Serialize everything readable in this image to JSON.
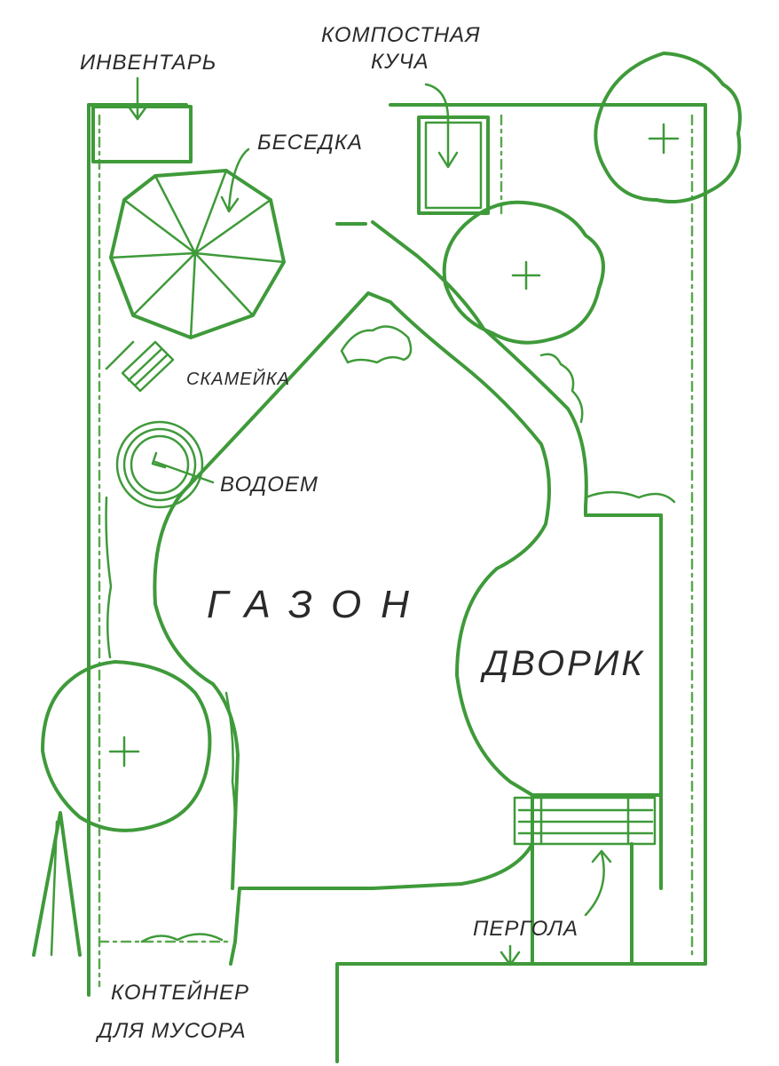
{
  "labels": {
    "inventory": "ИНВЕНТАРЬ",
    "compost_line1": "КОМПОСТНАЯ",
    "compost_line2": "КУЧА",
    "gazebo": "БЕСЕДКА",
    "bench": "СКАМЕЙКА",
    "pond": "ВОДОЕМ",
    "lawn": "ГАЗОН",
    "patio": "ДВОРИК",
    "pergola": "ПЕРГОЛА",
    "container_line1": "КОНТЕЙНЕР",
    "container_line2": "ДЛЯ МУСОРА"
  },
  "colors": {
    "line": "#3f9a3a",
    "text": "#2a2a2a",
    "background": "#ffffff"
  }
}
